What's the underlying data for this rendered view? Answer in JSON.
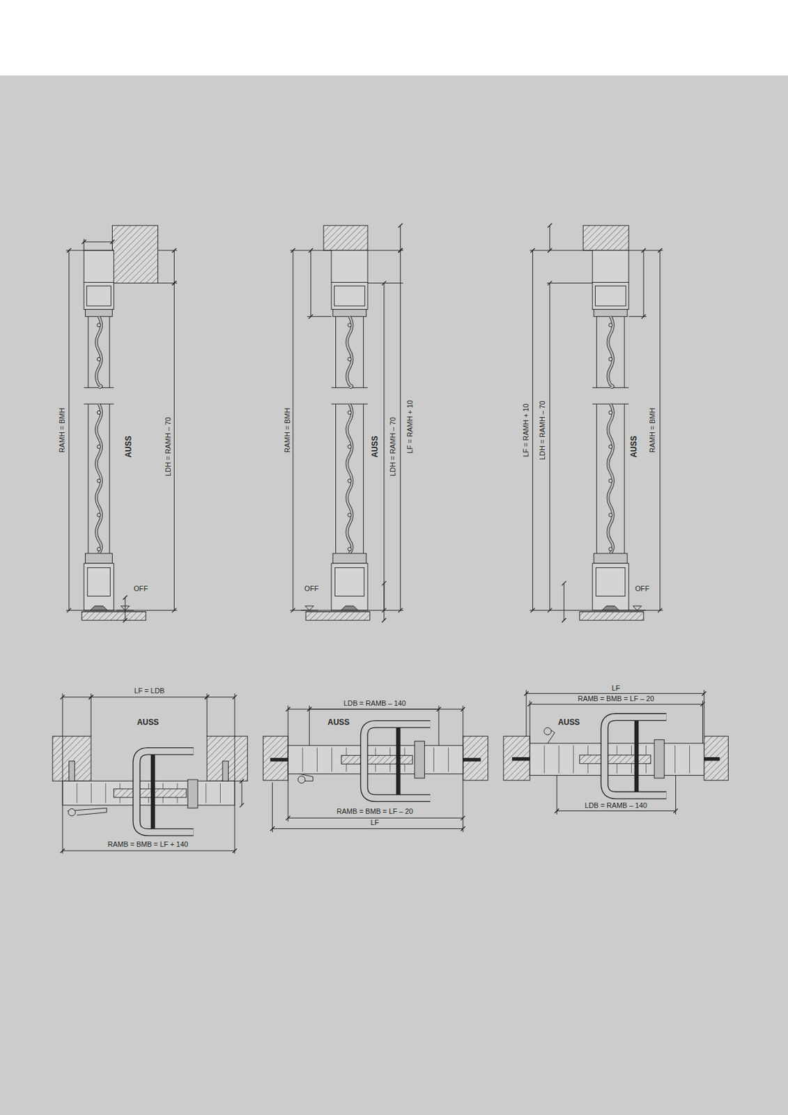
{
  "diagram": {
    "labels": [
      "RAMH = BMH",
      "AUSS",
      "LDH = RAMH – 70",
      "OFF",
      "RAMH = BMH",
      "AUSS",
      "LDH = RAMH – 70",
      "LF = RAMH + 10",
      "OFF",
      "LF = RAMH + 10",
      "LDH = RAMH – 70",
      "AUSS",
      "RAMH = BMH",
      "OFF",
      "LF = LDB",
      "AUSS",
      "RAMB = BMB = LF + 140",
      "LDB = RAMB – 140",
      "AUSS",
      "RAMB = BMB = LF – 20",
      "LF",
      "LF",
      "RAMB = BMB = LF – 20",
      "AUSS",
      "LDB = RAMB – 140"
    ]
  }
}
